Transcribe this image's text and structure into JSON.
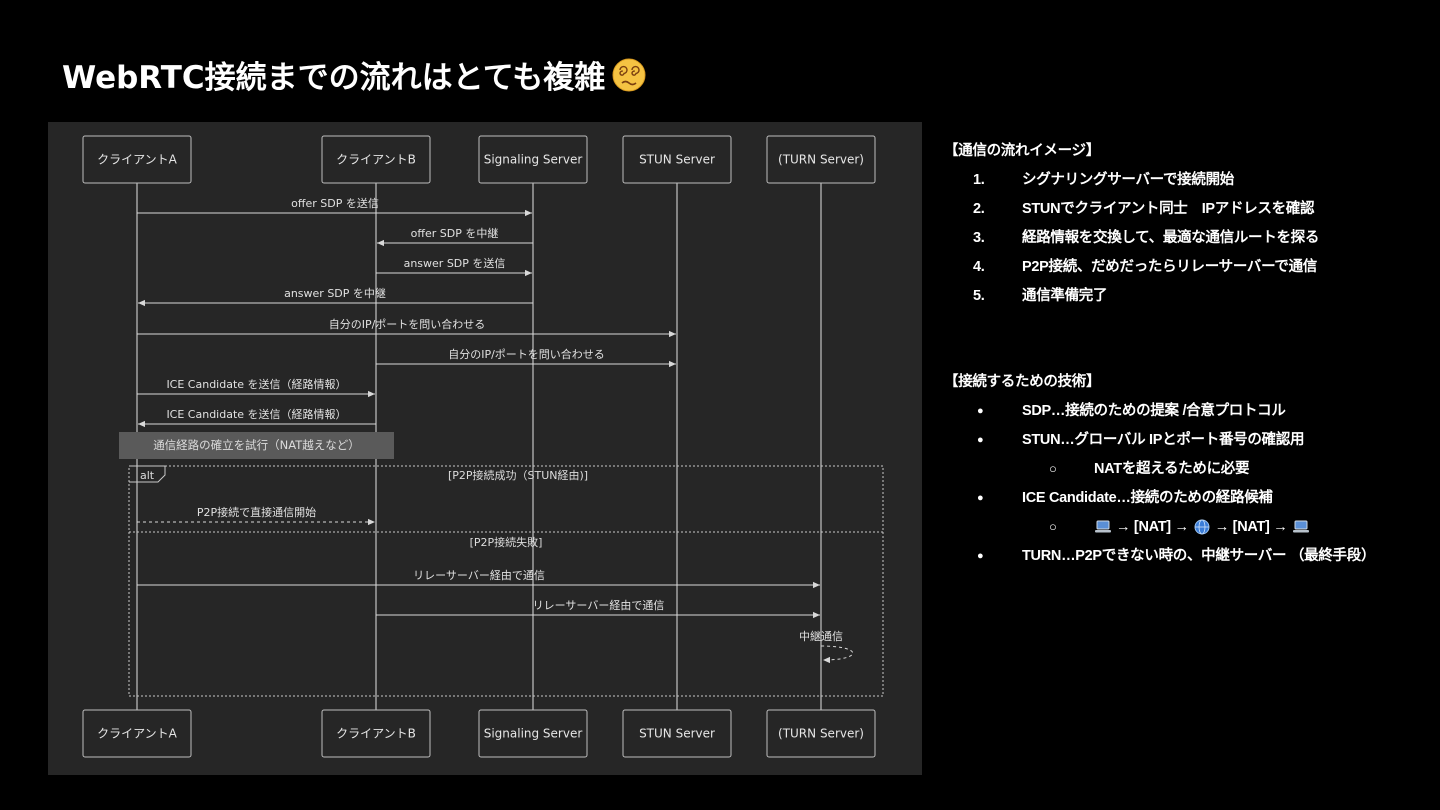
{
  "title": {
    "text": "WebRTC接続までの流れはとても複雑",
    "emoji": "dizzy-face-emoji"
  },
  "diagram": {
    "actors": [
      "クライアントA",
      "クライアントB",
      "Signaling Server",
      "STUN Server",
      "(TURN Server)"
    ],
    "messages": [
      {
        "from": 0,
        "to": 2,
        "label": "offer SDP を送信",
        "style": "solid"
      },
      {
        "from": 2,
        "to": 1,
        "label": "offer SDP を中継",
        "style": "solid"
      },
      {
        "from": 1,
        "to": 2,
        "label": "answer SDP を送信",
        "style": "solid"
      },
      {
        "from": 2,
        "to": 0,
        "label": "answer SDP を中継",
        "style": "solid"
      },
      {
        "from": 0,
        "to": 3,
        "label": "自分のIP/ポートを問い合わせる",
        "style": "solid"
      },
      {
        "from": 1,
        "to": 3,
        "label": "自分のIP/ポートを問い合わせる",
        "style": "solid"
      },
      {
        "from": 0,
        "to": 1,
        "label": "ICE Candidate を送信（経路情報）",
        "style": "solid"
      },
      {
        "from": 1,
        "to": 0,
        "label": "ICE Candidate を送信（経路情報）",
        "style": "solid"
      }
    ],
    "note": "通信経路の確立を試行（NAT越えなど）",
    "alt": {
      "label": "alt",
      "branch1_guard": "[P2P接続成功（STUN経由)]",
      "branch1_messages": [
        {
          "from": 0,
          "to": 1,
          "label": "P2P接続で直接通信開始",
          "style": "dashed"
        }
      ],
      "branch2_guard": "[P2P接続失敗]",
      "branch2_messages": [
        {
          "from": 0,
          "to": 4,
          "label": "リレーサーバー経由で通信",
          "style": "solid"
        },
        {
          "from": 1,
          "to": 4,
          "label": "リレーサーバー経由で通信",
          "style": "solid"
        },
        {
          "from": 4,
          "to": 4,
          "label": "中継通信",
          "style": "dashed-self"
        }
      ]
    }
  },
  "flow_section": {
    "title": "【通信の流れイメージ】",
    "steps": [
      {
        "num": "1.",
        "text": "シグナリングサーバーで接続開始"
      },
      {
        "num": "2.",
        "text": "STUNでクライアント同士　IPアドレスを確認"
      },
      {
        "num": "3.",
        "text": "経路情報を交換して、最適な通信ルートを探る"
      },
      {
        "num": "4.",
        "text": "P2P接続、だめだったらリレーサーバーで通信"
      },
      {
        "num": "5.",
        "text": "通信準備完了"
      }
    ]
  },
  "tech_section": {
    "title": "【接続するための技術】",
    "bullet": "●",
    "sub_bullet": "○",
    "item1": "SDP…接続のための提案 /合意プロトコル",
    "item2": "STUN…グローバル IPとポート番号の確認用",
    "item2_sub": "NATを超えるために必要",
    "item3": "ICE Candidate…接続のための経路候補",
    "item3_sub": {
      "parts": [
        "→ [NAT] →",
        "→ [NAT] →"
      ],
      "icons": [
        "laptop-icon",
        "globe-icon",
        "laptop-icon"
      ]
    },
    "item4": "TURN…P2Pできない時の、中継サーバー （最終手段）"
  }
}
